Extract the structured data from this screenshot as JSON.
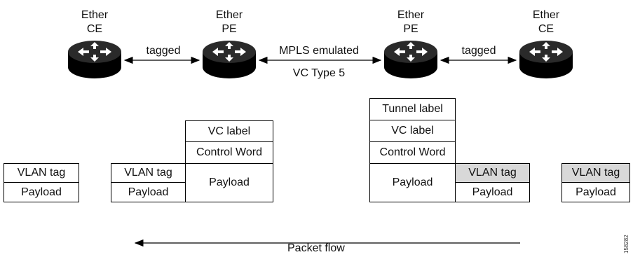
{
  "devices": [
    {
      "line1": "Ether",
      "line2": "CE"
    },
    {
      "line1": "Ether",
      "line2": "PE"
    },
    {
      "line1": "Ether",
      "line2": "PE"
    },
    {
      "line1": "Ether",
      "line2": "CE"
    }
  ],
  "links": {
    "left": "tagged",
    "middle_line1": "MPLS emulated",
    "middle_line2": "VC Type 5",
    "right": "tagged"
  },
  "frames": {
    "f1": {
      "vlan": "VLAN tag",
      "payload": "Payload"
    },
    "f2": {
      "vlan": "VLAN tag",
      "payload": "Payload",
      "vc": "VC label",
      "cw": "Control Word",
      "payload2": "Payload"
    },
    "f3": {
      "tunnel": "Tunnel label",
      "vc": "VC label",
      "cw": "Control Word",
      "payload": "Payload",
      "vlan": "VLAN tag",
      "payload2": "Payload"
    },
    "f4": {
      "vlan": "VLAN tag",
      "payload": "Payload"
    }
  },
  "flow_label": "Packet flow",
  "figure_id": "158282",
  "colors": {
    "router_top": "#2a2a2a",
    "router_side": "#000000",
    "shade": "#d8d8d8"
  }
}
